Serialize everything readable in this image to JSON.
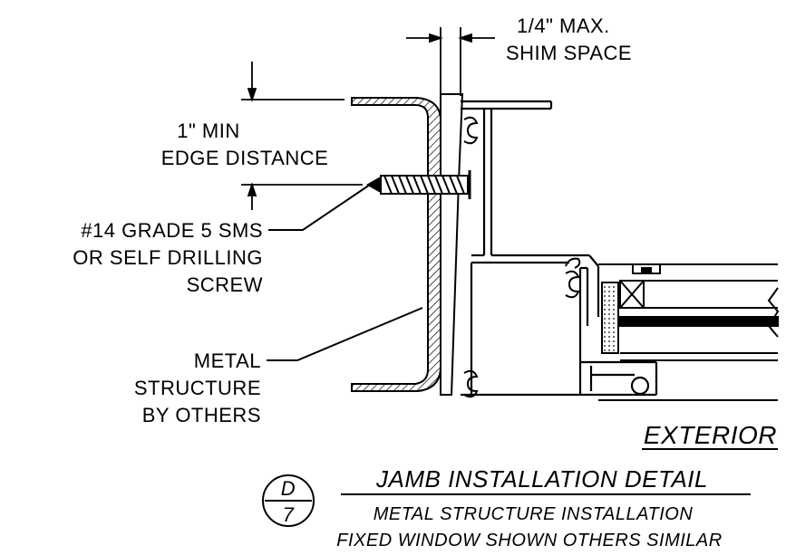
{
  "labels": {
    "shim_space": [
      "1/4\" MAX.",
      "SHIM SPACE"
    ],
    "edge_distance": [
      "1\" MIN",
      "EDGE DISTANCE"
    ],
    "screw": [
      "#14 GRADE 5 SMS",
      "OR SELF DRILLING",
      "SCREW"
    ],
    "metal_structure": [
      "METAL",
      "STRUCTURE",
      "BY OTHERS"
    ],
    "exterior": "EXTERIOR"
  },
  "title_block": {
    "detail_letter": "D",
    "sheet_number": "7",
    "title": "JAMB INSTALLATION DETAIL",
    "subtitle": "METAL STRUCTURE INSTALLATION",
    "note": "FIXED WINDOW SHOWN OTHERS SIMILAR"
  }
}
